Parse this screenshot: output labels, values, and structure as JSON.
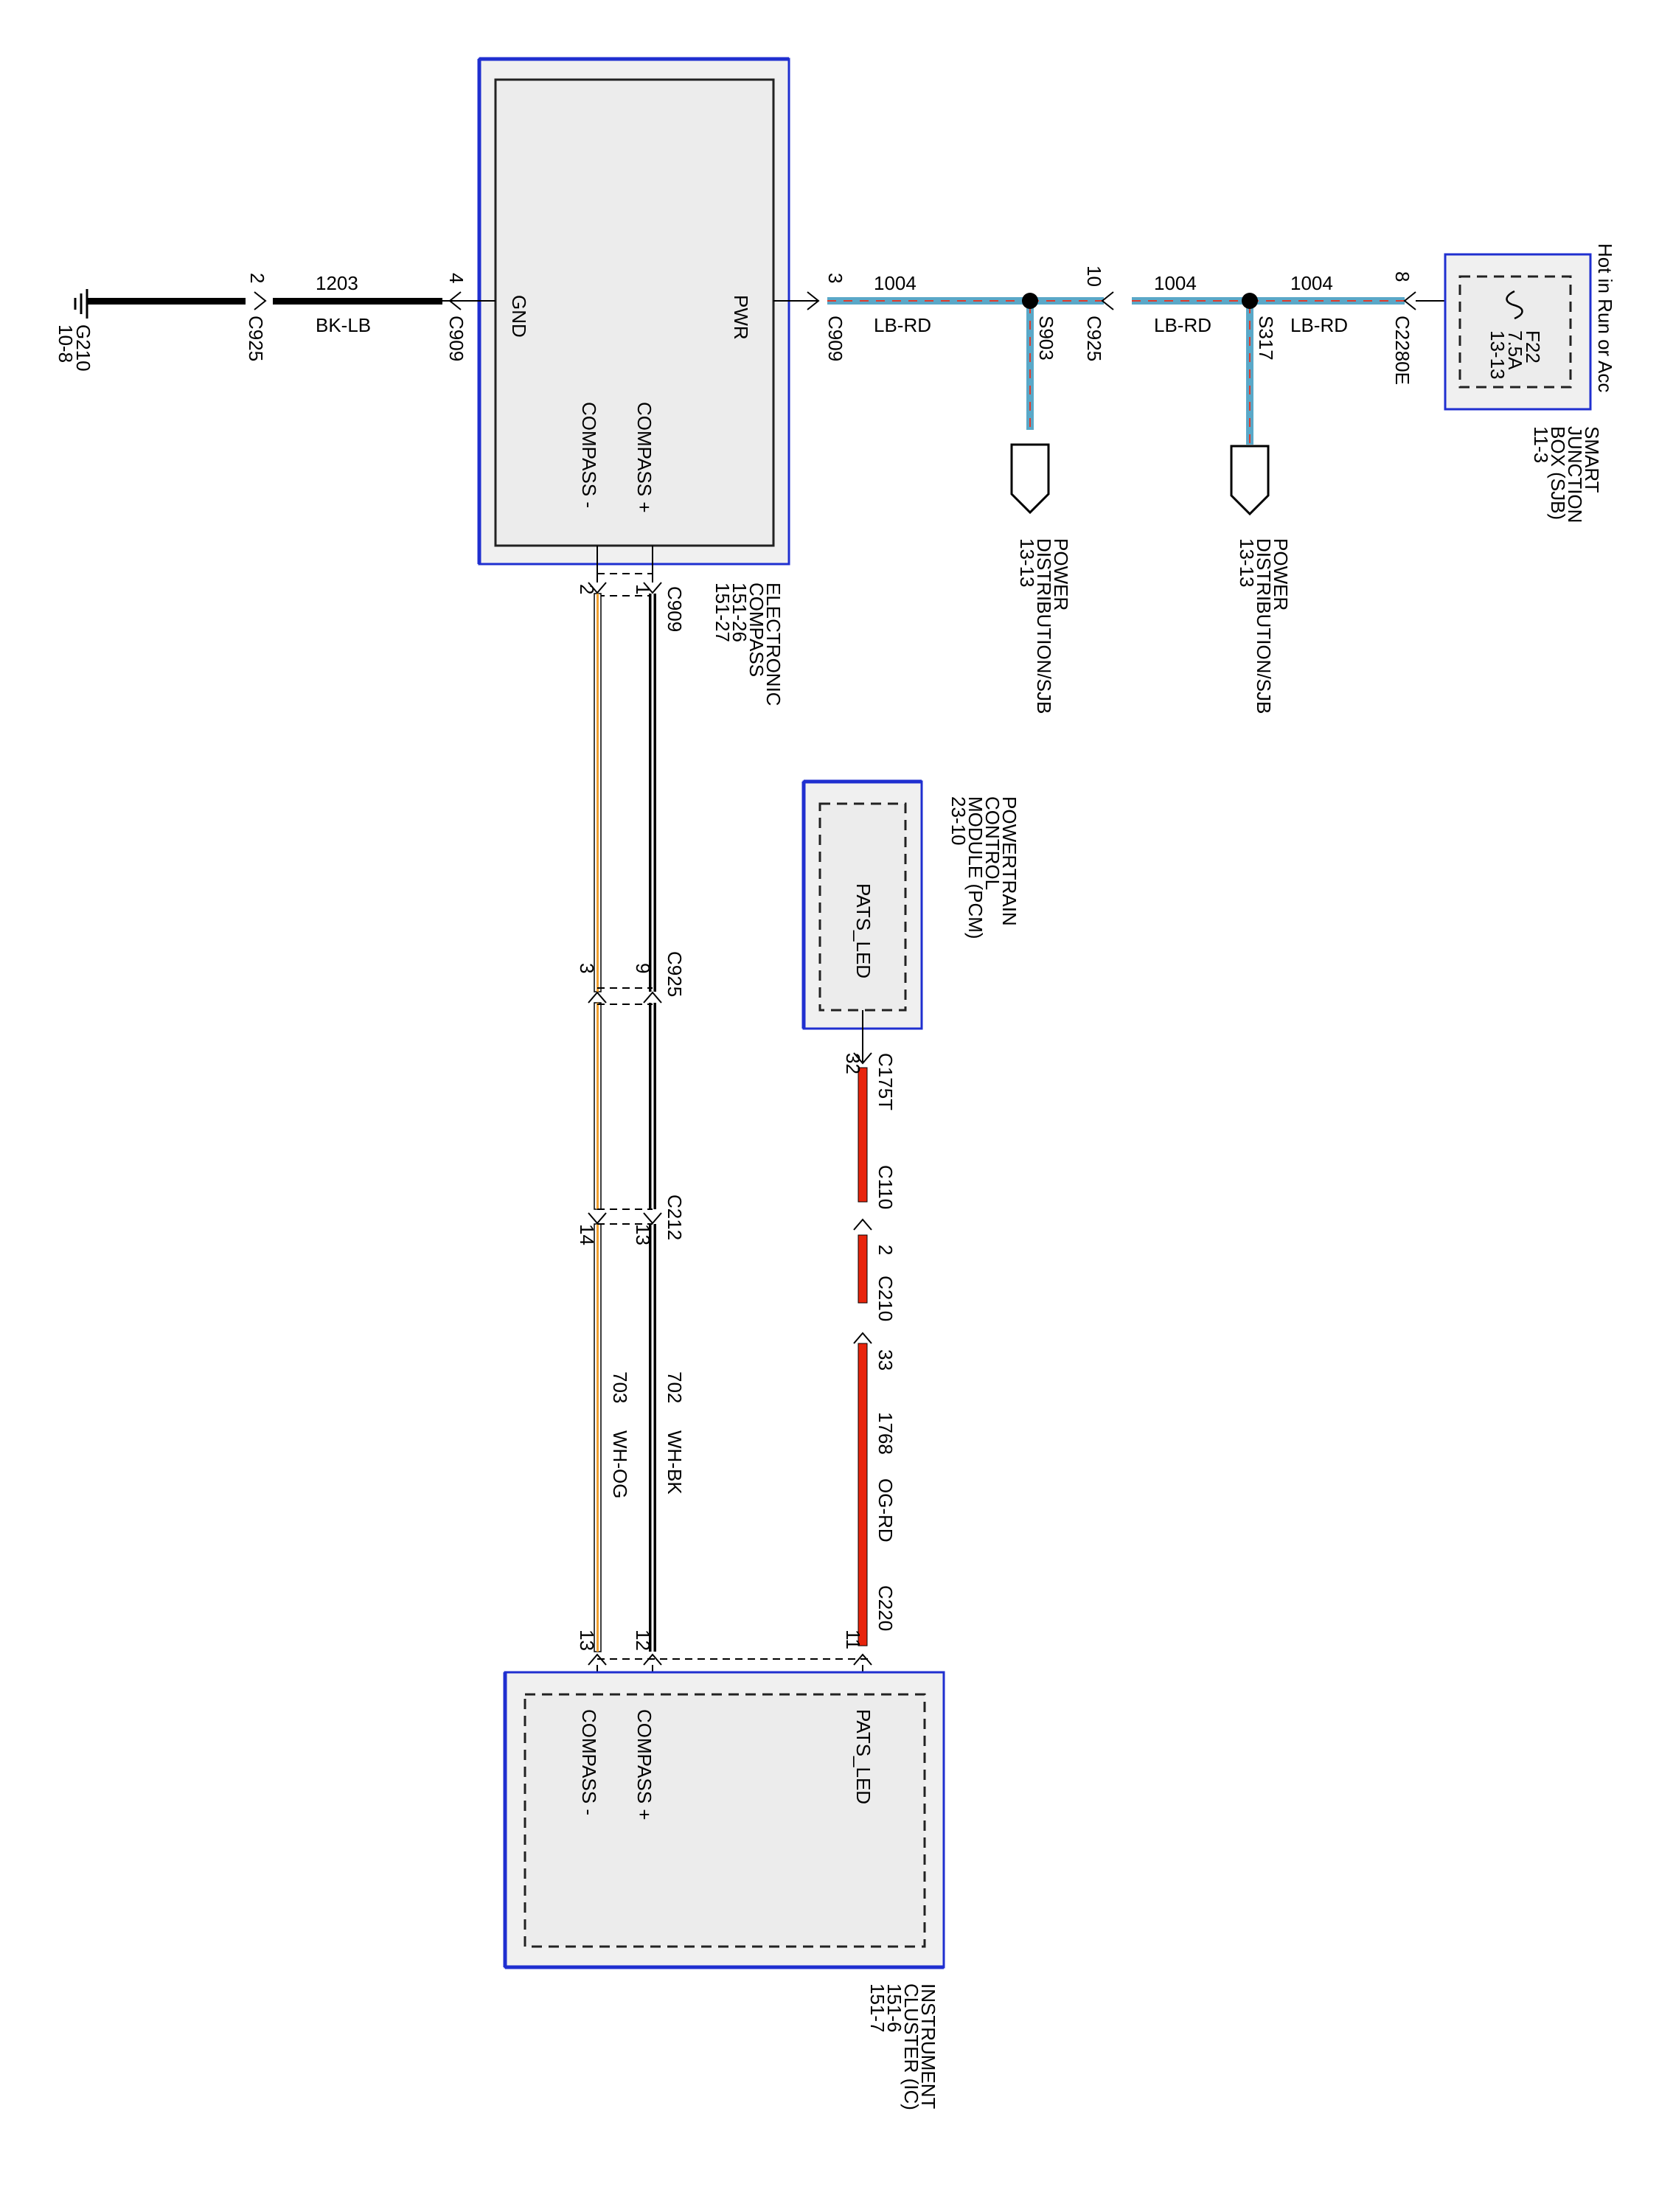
{
  "colors": {
    "module_border": "#1f2fd0",
    "module_fill": "#f0f0f0",
    "wire_lb": "#5aa8c8",
    "wire_rd": "#e23a2a",
    "wire_og": "#f0a030",
    "wire_og_rd": "#e8240c",
    "wire_bk": "#000000"
  },
  "hot_label": "Hot in Run or Acc",
  "sjb": {
    "fuse": "F22",
    "rating": "7.5A",
    "ref": "13-13",
    "name_line1": "SMART",
    "name_line2": "JUNCTION",
    "name_line3": "BOX (SJB)",
    "page_ref": "11-3"
  },
  "compass_module": {
    "gnd": "GND",
    "pwr": "PWR",
    "compass_plus": "COMPASS +",
    "compass_minus": "COMPASS -",
    "name_line1": "ELECTRONIC",
    "name_line2": "COMPASS",
    "ref1": "151-26",
    "ref2": "151-27"
  },
  "ground": {
    "id": "G210",
    "ref": "10-8",
    "circuit": "1203",
    "color": "BK-LB",
    "conn_a": "C925",
    "pin_a": "2",
    "conn_b": "C909",
    "pin_b": "4"
  },
  "power_feed": {
    "c909_pin": "3",
    "c909": "C909",
    "circuit": "1004",
    "color": "LB-RD",
    "splice1": "S903",
    "c925_pin": "10",
    "c925": "C925",
    "splice2": "S317",
    "c2280_pin": "8",
    "c2280": "C2280E"
  },
  "power_dist": {
    "line1": "POWER",
    "line2": "DISTRIBUTION/SJB",
    "ref": "13-13"
  },
  "compass_wires": {
    "c909": "C909",
    "pin_plus_c909": "1",
    "pin_minus_c909": "2",
    "c925": "C925",
    "pin_plus_c925": "9",
    "pin_minus_c925": "3",
    "c212": "C212",
    "pin_plus_c212": "13",
    "pin_minus_c212": "14",
    "plus_circuit": "702",
    "plus_color": "WH-BK",
    "minus_circuit": "703",
    "minus_color": "WH-OG",
    "c220_pin_plus": "12",
    "c220_pin_minus": "13"
  },
  "pcm": {
    "pin_name": "PATS_LED",
    "name_line1": "POWERTRAIN",
    "name_line2": "CONTROL",
    "name_line3": "MODULE (PCM)",
    "ref": "23-10"
  },
  "pats_wire": {
    "c175t": "C175T",
    "pin_c175t": "32",
    "c110": "C110",
    "c210_pin_a": "2",
    "c210": "C210",
    "c210_pin_b": "33",
    "circuit": "1768",
    "color": "OG-RD",
    "c220": "C220",
    "c220_pin": "11"
  },
  "cluster": {
    "pats": "PATS_LED",
    "compass_plus": "COMPASS +",
    "compass_minus": "COMPASS -",
    "name_line1": "INSTRUMENT",
    "name_line2": "CLUSTER (IC)",
    "ref1": "151-6",
    "ref2": "151-7"
  }
}
